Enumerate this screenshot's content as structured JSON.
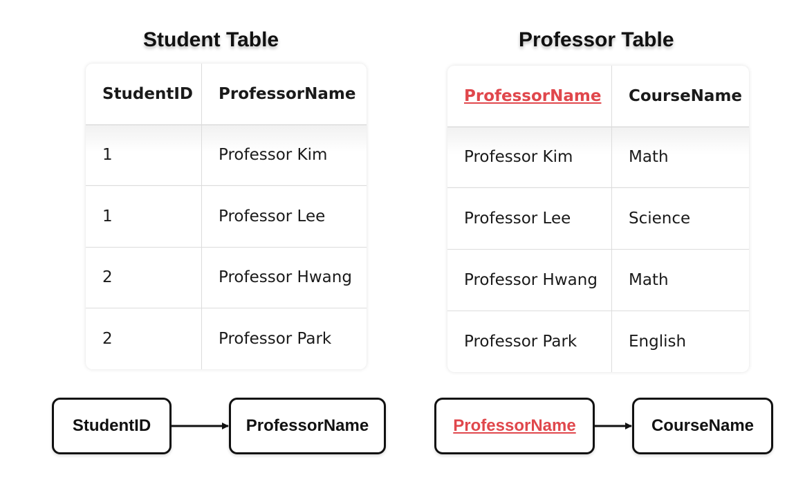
{
  "student_table": {
    "title": "Student Table",
    "headers": [
      "StudentID",
      "ProfessorName"
    ],
    "rows": [
      [
        "1",
        "Professor Kim"
      ],
      [
        "1",
        "Professor Lee"
      ],
      [
        "2",
        "Professor Hwang"
      ],
      [
        "2",
        "Professor Park"
      ]
    ]
  },
  "professor_table": {
    "title": "Professor Table",
    "headers": [
      "ProfessorName",
      "CourseName"
    ],
    "key_column": "ProfessorName",
    "rows": [
      [
        "Professor Kim",
        "Math"
      ],
      [
        "Professor Lee",
        "Science"
      ],
      [
        "Professor Hwang",
        "Math"
      ],
      [
        "Professor Park",
        "English"
      ]
    ]
  },
  "dependencies": [
    {
      "from": "StudentID",
      "to": "ProfessorName"
    },
    {
      "from": "ProfessorName",
      "to": "CourseName"
    }
  ],
  "colors": {
    "key_highlight": "#e0474c",
    "border": "#111111"
  }
}
